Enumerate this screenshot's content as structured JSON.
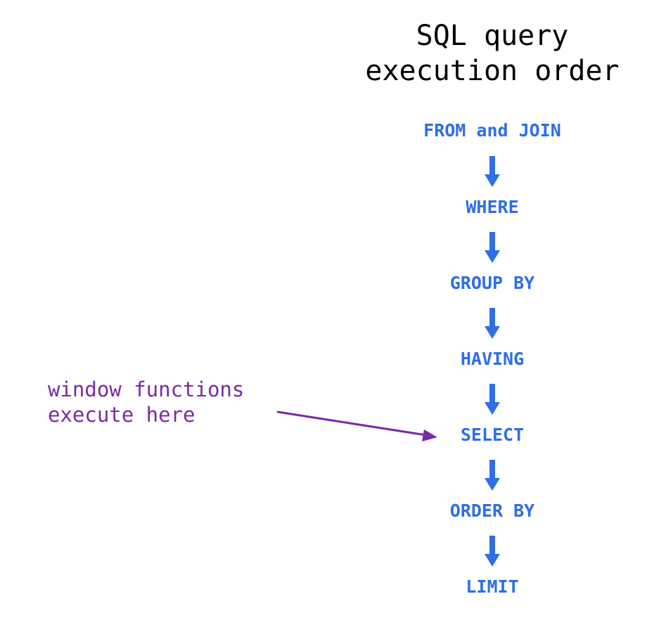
{
  "title": {
    "line1": "SQL query",
    "line2": "execution order"
  },
  "steps": [
    {
      "label": "FROM and JOIN"
    },
    {
      "label": "WHERE"
    },
    {
      "label": "GROUP BY"
    },
    {
      "label": "HAVING"
    },
    {
      "label": "SELECT"
    },
    {
      "label": "ORDER BY"
    },
    {
      "label": "LIMIT"
    }
  ],
  "annotation": {
    "line1": "window functions",
    "line2": "execute here",
    "target_step": "SELECT"
  },
  "colors": {
    "step_text": "#2e6ee6",
    "flow_arrow": "#2e6ee6",
    "annotation_text": "#7a2aa6",
    "pointer_arrow": "#7a2aa6",
    "title_text": "#000000"
  },
  "icons": {
    "flow_arrow": "arrow-down-icon",
    "pointer": "arrow-right-icon"
  }
}
